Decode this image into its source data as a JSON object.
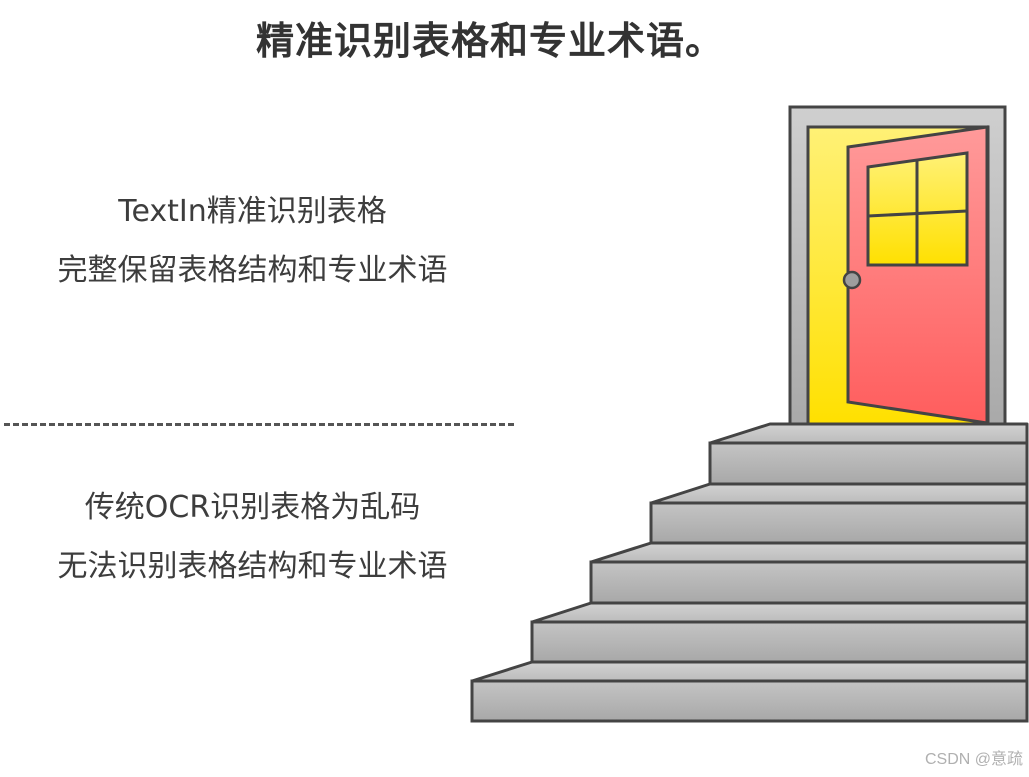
{
  "title": "精准识别表格和专业术语。",
  "upper": {
    "line1": "TextIn精准识别表格",
    "line2": "完整保留表格结构和专业术语"
  },
  "lower": {
    "line1": "传统OCR识别表格为乱码",
    "line2": "无法识别表格结构和专业术语"
  },
  "watermark": "CSDN @意疏",
  "colors": {
    "door": "#ff6f6f",
    "doorway_light": "#ffe53b",
    "frame": "#bdbdbd",
    "stairs": "#b8b8b8",
    "text": "#3d3d3d"
  }
}
